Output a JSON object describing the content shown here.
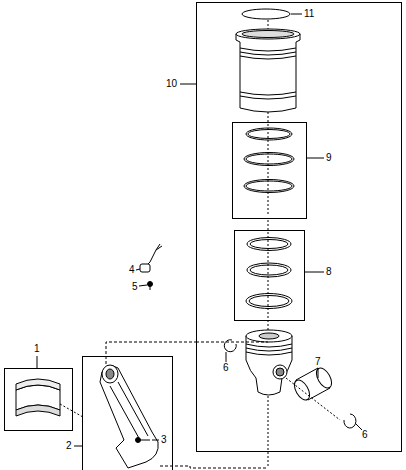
{
  "diagram": {
    "labels": [
      "11",
      "10",
      "9",
      "8",
      "4",
      "5",
      "1",
      "6",
      "7",
      "6",
      "2",
      "3"
    ]
  }
}
